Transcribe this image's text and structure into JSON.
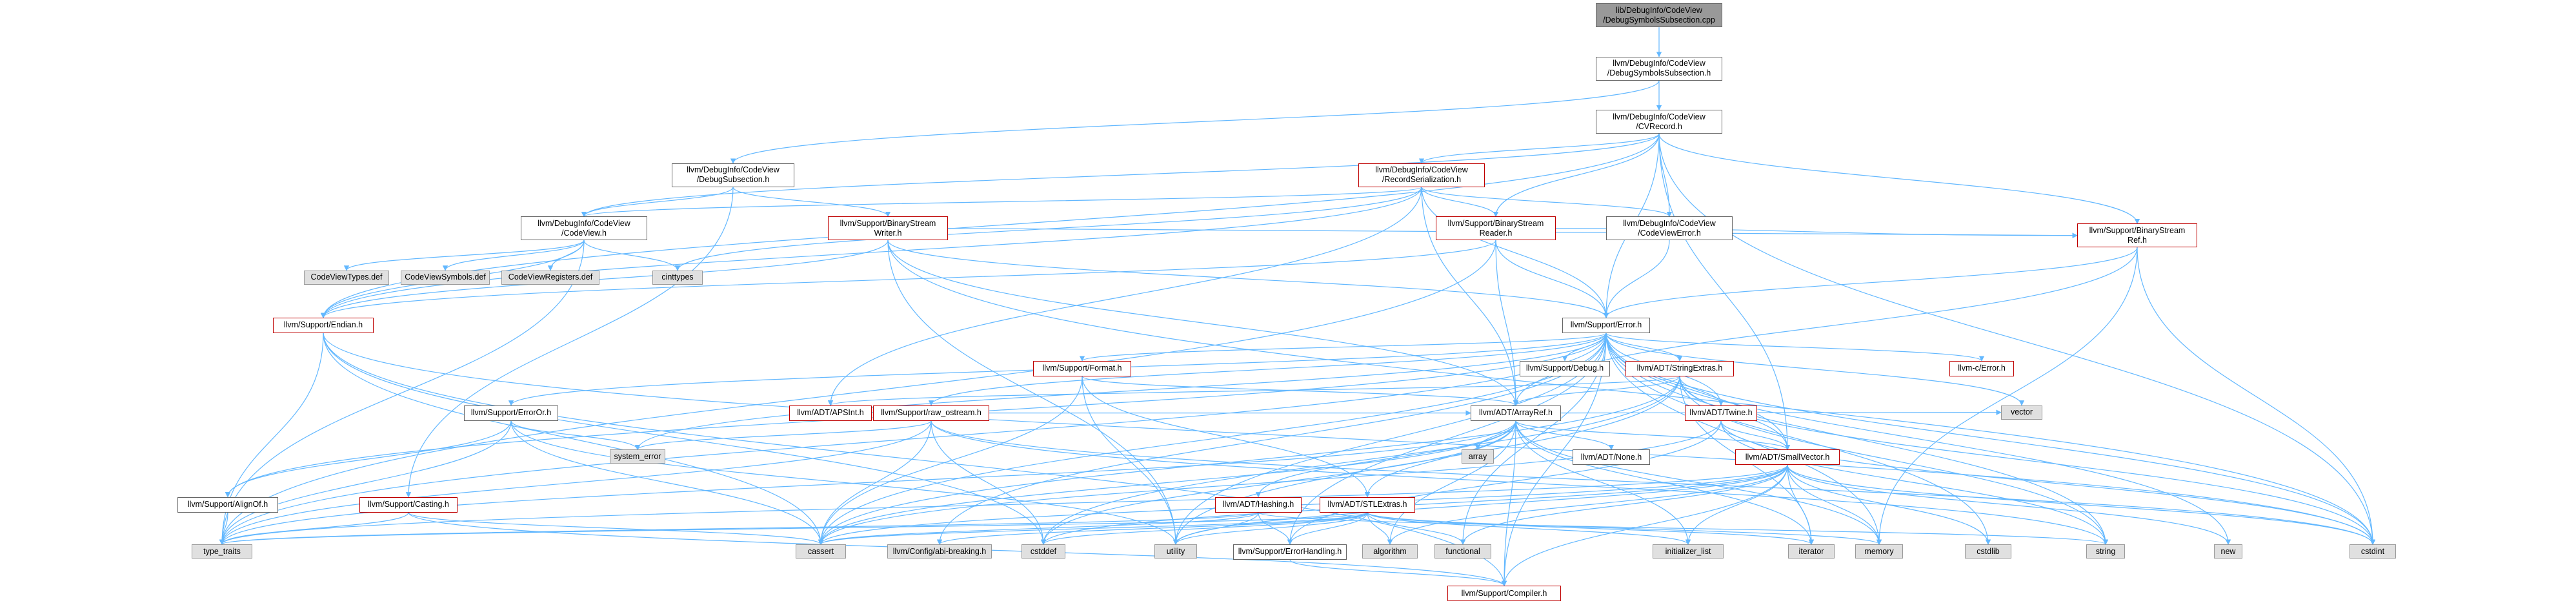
{
  "colors": {
    "edge": "#63b8ff",
    "node_border": "#666666",
    "node_border_incomplete": "#bf0000",
    "node_system_fill": "#e0e0e0",
    "node_root_fill": "#999999"
  },
  "nodes": [
    {
      "id": "root",
      "lines": [
        "lib/DebugInfo/CodeView",
        "/DebugSymbolsSubsection.cpp"
      ],
      "kind": "root"
    },
    {
      "id": "dss_h",
      "lines": [
        "llvm/DebugInfo/CodeView",
        "/DebugSymbolsSubsection.h"
      ],
      "kind": "plain"
    },
    {
      "id": "cvrecord",
      "lines": [
        "llvm/DebugInfo/CodeView",
        "/CVRecord.h"
      ],
      "kind": "plain"
    },
    {
      "id": "debugsub",
      "lines": [
        "llvm/DebugInfo/CodeView",
        "/DebugSubsection.h"
      ],
      "kind": "plain"
    },
    {
      "id": "recser",
      "lines": [
        "llvm/DebugInfo/CodeView",
        "/RecordSerialization.h"
      ],
      "kind": "red"
    },
    {
      "id": "codeview",
      "lines": [
        "llvm/DebugInfo/CodeView",
        "/CodeView.h"
      ],
      "kind": "plain"
    },
    {
      "id": "bswriter",
      "lines": [
        "llvm/Support/BinaryStream",
        "Writer.h"
      ],
      "kind": "red"
    },
    {
      "id": "bsreader",
      "lines": [
        "llvm/Support/BinaryStream",
        "Reader.h"
      ],
      "kind": "red"
    },
    {
      "id": "cverror",
      "lines": [
        "llvm/DebugInfo/CodeView",
        "/CodeViewError.h"
      ],
      "kind": "plain"
    },
    {
      "id": "bsref",
      "lines": [
        "llvm/Support/BinaryStream",
        "Ref.h"
      ],
      "kind": "red"
    },
    {
      "id": "cvtypes",
      "lines": [
        "CodeViewTypes.def"
      ],
      "kind": "sys"
    },
    {
      "id": "cvsyms",
      "lines": [
        "CodeViewSymbols.def"
      ],
      "kind": "sys"
    },
    {
      "id": "cvregs",
      "lines": [
        "CodeViewRegisters.def"
      ],
      "kind": "sys"
    },
    {
      "id": "cinttypes",
      "lines": [
        "cinttypes"
      ],
      "kind": "sys"
    },
    {
      "id": "endian",
      "lines": [
        "llvm/Support/Endian.h"
      ],
      "kind": "red"
    },
    {
      "id": "error",
      "lines": [
        "llvm/Support/Error.h"
      ],
      "kind": "plain"
    },
    {
      "id": "format",
      "lines": [
        "llvm/Support/Format.h"
      ],
      "kind": "red"
    },
    {
      "id": "debug",
      "lines": [
        "llvm/Support/Debug.h"
      ],
      "kind": "plain"
    },
    {
      "id": "strextras",
      "lines": [
        "llvm/ADT/StringExtras.h"
      ],
      "kind": "red"
    },
    {
      "id": "cerror",
      "lines": [
        "llvm-c/Error.h"
      ],
      "kind": "red"
    },
    {
      "id": "erroror",
      "lines": [
        "llvm/Support/ErrorOr.h"
      ],
      "kind": "plain"
    },
    {
      "id": "apsint",
      "lines": [
        "llvm/ADT/APSInt.h"
      ],
      "kind": "red"
    },
    {
      "id": "rawostream",
      "lines": [
        "llvm/Support/raw_ostream.h"
      ],
      "kind": "red"
    },
    {
      "id": "arrayref",
      "lines": [
        "llvm/ADT/ArrayRef.h"
      ],
      "kind": "plain"
    },
    {
      "id": "twine",
      "lines": [
        "llvm/ADT/Twine.h"
      ],
      "kind": "red"
    },
    {
      "id": "vector",
      "lines": [
        "vector"
      ],
      "kind": "sys"
    },
    {
      "id": "systemerror",
      "lines": [
        "system_error"
      ],
      "kind": "sys"
    },
    {
      "id": "array",
      "lines": [
        "array"
      ],
      "kind": "sys"
    },
    {
      "id": "adtnone",
      "lines": [
        "llvm/ADT/None.h"
      ],
      "kind": "plain"
    },
    {
      "id": "smallvector",
      "lines": [
        "llvm/ADT/SmallVector.h"
      ],
      "kind": "red"
    },
    {
      "id": "alignof",
      "lines": [
        "llvm/Support/AlignOf.h"
      ],
      "kind": "plain"
    },
    {
      "id": "casting",
      "lines": [
        "llvm/Support/Casting.h"
      ],
      "kind": "red"
    },
    {
      "id": "hashing",
      "lines": [
        "llvm/ADT/Hashing.h"
      ],
      "kind": "red"
    },
    {
      "id": "stlextras",
      "lines": [
        "llvm/ADT/STLExtras.h"
      ],
      "kind": "red"
    },
    {
      "id": "typetraits",
      "lines": [
        "type_traits"
      ],
      "kind": "sys"
    },
    {
      "id": "cassert",
      "lines": [
        "cassert"
      ],
      "kind": "sys"
    },
    {
      "id": "abibreaking",
      "lines": [
        "llvm/Config/abi-breaking.h"
      ],
      "kind": "sys"
    },
    {
      "id": "cstddef",
      "lines": [
        "cstddef"
      ],
      "kind": "sys"
    },
    {
      "id": "utility",
      "lines": [
        "utility"
      ],
      "kind": "sys"
    },
    {
      "id": "errhandling",
      "lines": [
        "llvm/Support/ErrorHandling.h"
      ],
      "kind": "plain"
    },
    {
      "id": "algorithm",
      "lines": [
        "algorithm"
      ],
      "kind": "sys"
    },
    {
      "id": "functional",
      "lines": [
        "functional"
      ],
      "kind": "sys"
    },
    {
      "id": "initlist",
      "lines": [
        "initializer_list"
      ],
      "kind": "sys"
    },
    {
      "id": "iterator",
      "lines": [
        "iterator"
      ],
      "kind": "sys"
    },
    {
      "id": "memory",
      "lines": [
        "memory"
      ],
      "kind": "sys"
    },
    {
      "id": "cstdlib",
      "lines": [
        "cstdlib"
      ],
      "kind": "sys"
    },
    {
      "id": "string",
      "lines": [
        "string"
      ],
      "kind": "sys"
    },
    {
      "id": "new",
      "lines": [
        "new"
      ],
      "kind": "sys"
    },
    {
      "id": "cstdint",
      "lines": [
        "cstdint"
      ],
      "kind": "sys"
    },
    {
      "id": "compiler",
      "lines": [
        "llvm/Support/Compiler.h"
      ],
      "kind": "red"
    }
  ],
  "edges": [
    [
      "root",
      "dss_h"
    ],
    [
      "dss_h",
      "cvrecord"
    ],
    [
      "dss_h",
      "debugsub"
    ],
    [
      "cvrecord",
      "recser"
    ],
    [
      "cvrecord",
      "bsreader"
    ],
    [
      "cvrecord",
      "cverror"
    ],
    [
      "cvrecord",
      "bsref"
    ],
    [
      "cvrecord",
      "codeview"
    ],
    [
      "cvrecord",
      "error"
    ],
    [
      "cvrecord",
      "endian"
    ],
    [
      "cvrecord",
      "smallvector"
    ],
    [
      "cvrecord",
      "cstdint"
    ],
    [
      "debugsub",
      "codeview"
    ],
    [
      "debugsub",
      "bswriter"
    ],
    [
      "debugsub",
      "casting"
    ],
    [
      "recser",
      "codeview"
    ],
    [
      "recser",
      "bsreader"
    ],
    [
      "recser",
      "cverror"
    ],
    [
      "recser",
      "arrayref"
    ],
    [
      "recser",
      "apsint"
    ],
    [
      "recser",
      "error"
    ],
    [
      "recser",
      "endian"
    ],
    [
      "recser",
      "cinttypes"
    ],
    [
      "codeview",
      "cvtypes"
    ],
    [
      "codeview",
      "cvsyms"
    ],
    [
      "codeview",
      "cvregs"
    ],
    [
      "codeview",
      "cinttypes"
    ],
    [
      "codeview",
      "endian"
    ],
    [
      "codeview",
      "typetraits"
    ],
    [
      "bswriter",
      "bsref"
    ],
    [
      "bswriter",
      "arrayref"
    ],
    [
      "bswriter",
      "error"
    ],
    [
      "bswriter",
      "endian"
    ],
    [
      "bswriter",
      "cstdint"
    ],
    [
      "bswriter",
      "utility"
    ],
    [
      "bsreader",
      "bsref"
    ],
    [
      "bsreader",
      "arrayref"
    ],
    [
      "bsreader",
      "error"
    ],
    [
      "bsreader",
      "endian"
    ],
    [
      "bsreader",
      "typetraits"
    ],
    [
      "cverror",
      "error"
    ],
    [
      "bsref",
      "error"
    ],
    [
      "bsref",
      "arrayref"
    ],
    [
      "bsref",
      "memory"
    ],
    [
      "bsref",
      "cstdint"
    ],
    [
      "endian",
      "typetraits"
    ],
    [
      "endian",
      "cassert"
    ],
    [
      "endian",
      "compiler"
    ],
    [
      "endian",
      "cstddef"
    ],
    [
      "endian",
      "cstdint"
    ],
    [
      "error",
      "format"
    ],
    [
      "error",
      "debug"
    ],
    [
      "error",
      "strextras"
    ],
    [
      "error",
      "cerror"
    ],
    [
      "error",
      "erroror"
    ],
    [
      "error",
      "rawostream"
    ],
    [
      "error",
      "twine"
    ],
    [
      "error",
      "smallvector"
    ],
    [
      "error",
      "alignof"
    ],
    [
      "error",
      "errhandling"
    ],
    [
      "error",
      "cassert"
    ],
    [
      "error",
      "abibreaking"
    ],
    [
      "error",
      "cstdint"
    ],
    [
      "error",
      "cstdlib"
    ],
    [
      "error",
      "functional"
    ],
    [
      "error",
      "memory"
    ],
    [
      "error",
      "new"
    ],
    [
      "error",
      "string"
    ],
    [
      "error",
      "systemerror"
    ],
    [
      "error",
      "typetraits"
    ],
    [
      "error",
      "utility"
    ],
    [
      "error",
      "vector"
    ],
    [
      "error",
      "compiler"
    ],
    [
      "format",
      "arrayref"
    ],
    [
      "format",
      "stlextras"
    ],
    [
      "format",
      "cassert"
    ],
    [
      "format",
      "utility"
    ],
    [
      "strextras",
      "apsint"
    ],
    [
      "strextras",
      "arrayref"
    ],
    [
      "strextras",
      "smallvector"
    ],
    [
      "strextras",
      "twine"
    ],
    [
      "strextras",
      "cassert"
    ],
    [
      "strextras",
      "cstddef"
    ],
    [
      "strextras",
      "cstdint"
    ],
    [
      "strextras",
      "iterator"
    ],
    [
      "strextras",
      "string"
    ],
    [
      "strextras",
      "utility"
    ],
    [
      "erroror",
      "alignof"
    ],
    [
      "erroror",
      "cassert"
    ],
    [
      "erroror",
      "systemerror"
    ],
    [
      "erroror",
      "typetraits"
    ],
    [
      "erroror",
      "utility"
    ],
    [
      "rawostream",
      "arrayref"
    ],
    [
      "rawostream",
      "cassert"
    ],
    [
      "rawostream",
      "cstddef"
    ],
    [
      "rawostream",
      "cstdint"
    ],
    [
      "rawostream",
      "string"
    ],
    [
      "rawostream",
      "systemerror"
    ],
    [
      "rawostream",
      "typetraits"
    ],
    [
      "arrayref",
      "hashing"
    ],
    [
      "arrayref",
      "stlextras"
    ],
    [
      "arrayref",
      "adtnone"
    ],
    [
      "arrayref",
      "smallvector"
    ],
    [
      "arrayref",
      "array"
    ],
    [
      "arrayref",
      "algorithm"
    ],
    [
      "arrayref",
      "cassert"
    ],
    [
      "arrayref",
      "cstddef"
    ],
    [
      "arrayref",
      "initlist"
    ],
    [
      "arrayref",
      "iterator"
    ],
    [
      "arrayref",
      "memory"
    ],
    [
      "arrayref",
      "typetraits"
    ],
    [
      "arrayref",
      "vector"
    ],
    [
      "arrayref",
      "compiler"
    ],
    [
      "twine",
      "smallvector"
    ],
    [
      "twine",
      "errhandling"
    ],
    [
      "twine",
      "cassert"
    ],
    [
      "twine",
      "cstdint"
    ],
    [
      "twine",
      "string"
    ],
    [
      "smallvector",
      "compiler"
    ],
    [
      "smallvector",
      "typetraits"
    ],
    [
      "smallvector",
      "algorithm"
    ],
    [
      "smallvector",
      "cassert"
    ],
    [
      "smallvector",
      "cstddef"
    ],
    [
      "smallvector",
      "cstdlib"
    ],
    [
      "smallvector",
      "cstdint"
    ],
    [
      "smallvector",
      "functional"
    ],
    [
      "smallvector",
      "initlist"
    ],
    [
      "smallvector",
      "iterator"
    ],
    [
      "smallvector",
      "memory"
    ],
    [
      "smallvector",
      "new"
    ],
    [
      "smallvector",
      "utility"
    ],
    [
      "alignof",
      "typetraits"
    ],
    [
      "casting",
      "typetraits"
    ],
    [
      "casting",
      "cassert"
    ],
    [
      "casting",
      "compiler"
    ],
    [
      "hashing",
      "errhandling"
    ],
    [
      "hashing",
      "typetraits"
    ],
    [
      "hashing",
      "cassert"
    ],
    [
      "hashing",
      "string"
    ],
    [
      "hashing",
      "utility"
    ],
    [
      "stlextras",
      "errhandling"
    ],
    [
      "stlextras",
      "abibreaking"
    ],
    [
      "stlextras",
      "cassert"
    ],
    [
      "stlextras",
      "cstddef"
    ],
    [
      "stlextras",
      "algorithm"
    ],
    [
      "stlextras",
      "functional"
    ],
    [
      "stlextras",
      "initlist"
    ],
    [
      "stlextras",
      "iterator"
    ],
    [
      "stlextras",
      "memory"
    ],
    [
      "stlextras",
      "typetraits"
    ],
    [
      "stlextras",
      "utility"
    ],
    [
      "errhandling",
      "compiler"
    ]
  ]
}
